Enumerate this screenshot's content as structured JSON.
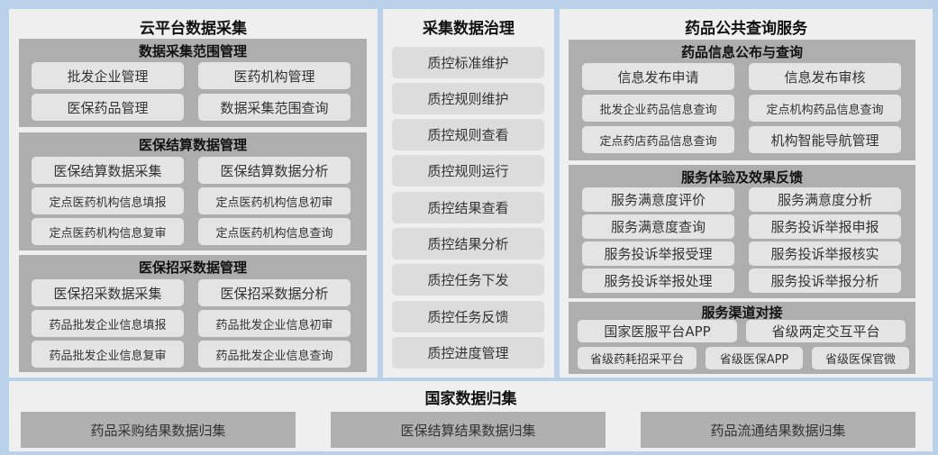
{
  "left": {
    "title": "云平台数据采集",
    "scope": {
      "title": "数据采集范围管理",
      "items": [
        "批发企业管理",
        "医药机构管理",
        "医保药品管理",
        "数据采集范围查询"
      ]
    },
    "settlement": {
      "title": "医保结算数据管理",
      "items": [
        "医保结算数据采集",
        "医保结算数据分析",
        "定点医药机构信息填报",
        "定点医药机构信息初审",
        "定点医药机构信息复审",
        "定点医药机构信息查询"
      ]
    },
    "procurement": {
      "title": "医保招采数据管理",
      "items": [
        "医保招采数据采集",
        "医保招采数据分析",
        "药品批发企业信息填报",
        "药品批发企业信息初审",
        "药品批发企业信息复审",
        "药品批发企业信息查询"
      ]
    }
  },
  "middle": {
    "title": "采集数据治理",
    "items": [
      "质控标准维护",
      "质控规则维护",
      "质控规则查看",
      "质控规则运行",
      "质控结果查看",
      "质控结果分析",
      "质控任务下发",
      "质控任务反馈",
      "质控进度管理"
    ]
  },
  "right": {
    "title": "药品公共查询服务",
    "info": {
      "title": "药品信息公布与查询",
      "items": [
        "信息发布申请",
        "信息发布审核",
        "批发企业药品信息查询",
        "定点机构药品信息查询",
        "定点药店药品信息查询",
        "机构智能导航管理"
      ]
    },
    "feedback": {
      "title": "服务体验及效果反馈",
      "items": [
        "服务满意度评价",
        "服务满意度分析",
        "服务满意度查询",
        "服务投诉举报申报",
        "服务投诉举报受理",
        "服务投诉举报核实",
        "服务投诉举报处理",
        "服务投诉举报分析"
      ]
    },
    "channel": {
      "title": "服务渠道对接",
      "items": [
        "国家医服平台APP",
        "省级两定交互平台",
        "省级药耗招采平台",
        "省级医保APP",
        "省级医保官微"
      ]
    }
  },
  "bottom": {
    "title": "国家数据归集",
    "items": [
      "药品采购结果数据归集",
      "医保结算结果数据归集",
      "药品流通结果数据归集"
    ]
  }
}
